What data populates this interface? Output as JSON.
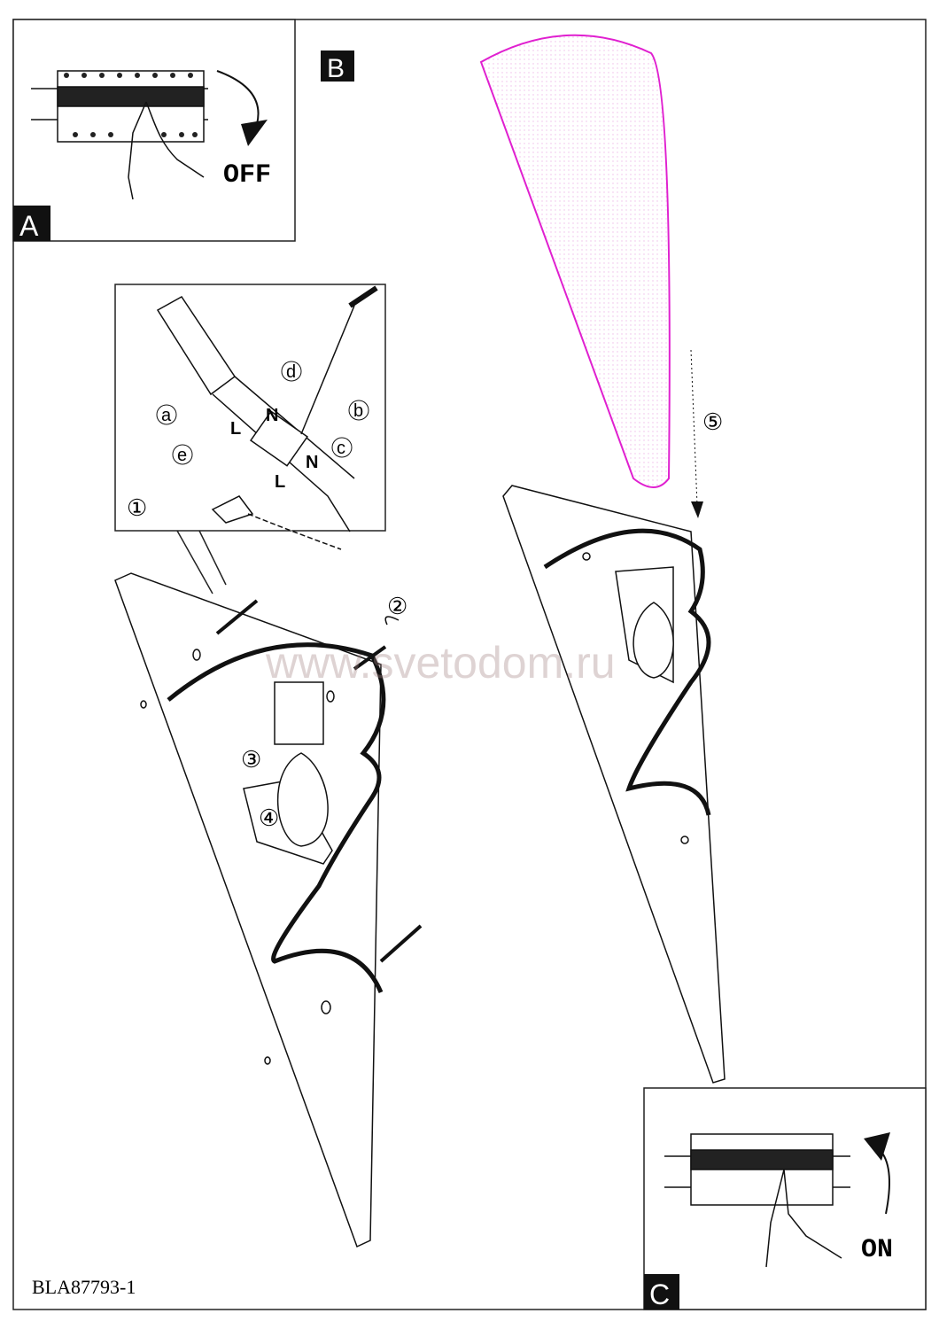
{
  "panels": {
    "a": {
      "label": "A",
      "action": "OFF"
    },
    "b": {
      "label": "B"
    },
    "c": {
      "label": "C",
      "action": "ON"
    }
  },
  "steps": [
    "①",
    "②",
    "③",
    "④",
    "⑤"
  ],
  "substeps": [
    "a",
    "b",
    "c",
    "d",
    "e"
  ],
  "terminals": {
    "live": "L",
    "neutral": "N"
  },
  "document_code": "BLA87793-1",
  "watermark": "www.svetodom.ru",
  "colors": {
    "shade_outline": "#e020d0",
    "line": "#111111"
  }
}
